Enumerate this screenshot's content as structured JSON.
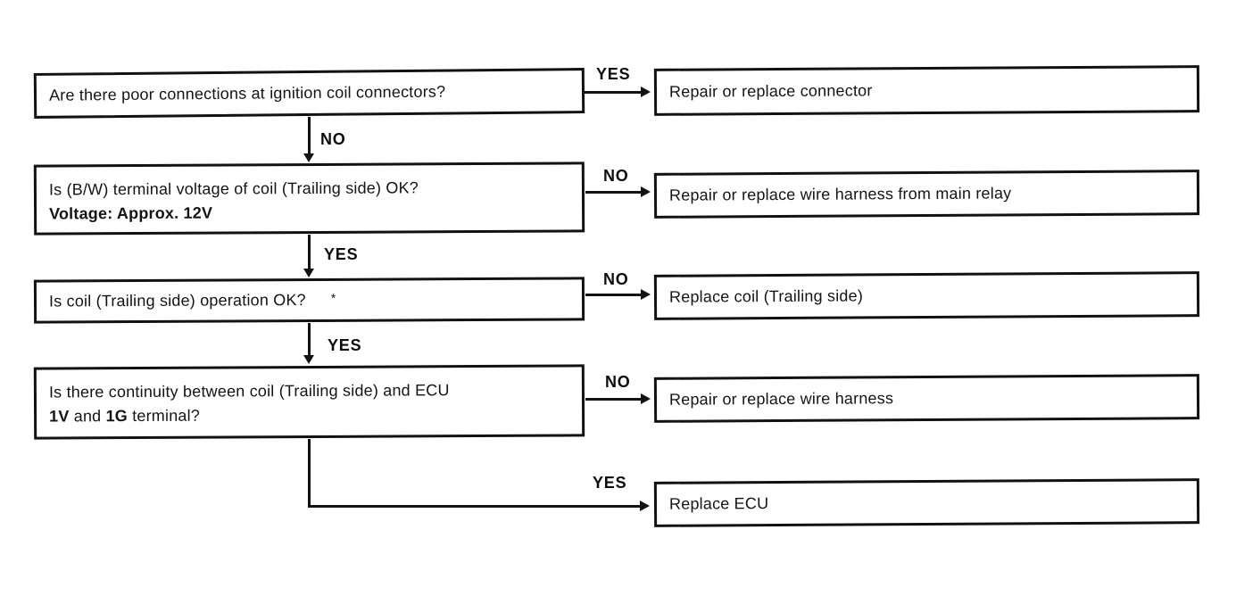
{
  "page": {
    "background": "#ffffff",
    "ink": "#121212",
    "type": "troubleshooting-flowchart"
  },
  "flowchart": {
    "questions": [
      {
        "text": "Are there poor connections at ignition coil connectors?"
      },
      {
        "text": "Is (B/W) terminal voltage of coil (Trailing side) OK?",
        "detail_bold": "Voltage: Approx. 12V"
      },
      {
        "text": "Is coil (Trailing side) operation OK?",
        "footnote_mark": "*"
      },
      {
        "text": "Is there continuity between coil (Trailing side) and ECU",
        "line2": {
          "bold1": "1V",
          "mid": " and ",
          "bold2": "1G",
          "rest": " terminal?"
        }
      }
    ],
    "actions": [
      {
        "text": "Repair or replace connector"
      },
      {
        "text": "Repair or replace wire harness from main relay"
      },
      {
        "text": "Replace coil (Trailing side)"
      },
      {
        "text": "Repair or replace wire harness"
      },
      {
        "text": "Replace ECU"
      }
    ],
    "branches": {
      "q1_right": "YES",
      "q1_down": "NO",
      "q2_right": "NO",
      "q2_down": "YES",
      "q3_right": "NO",
      "q3_down": "YES",
      "q4_right": "NO",
      "q4_down": "YES"
    }
  }
}
